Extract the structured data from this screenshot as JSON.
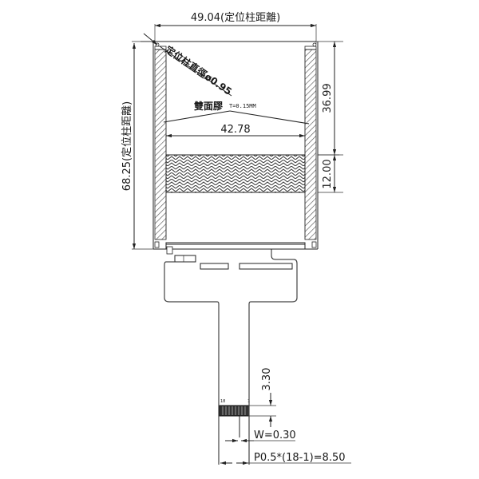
{
  "drawing": {
    "title": "LCD module mechanical outline",
    "colors": {
      "line": "#222222",
      "hatch": "#555555",
      "background": "#ffffff"
    }
  },
  "dimensions": {
    "post_spacing_width": "49.04(定位柱距離)",
    "post_spacing_height": "68.25(定位柱距離)",
    "post_diameter": "定位柱直徑ø0.95",
    "double_sided_tape": {
      "label": "雙面膠",
      "spec": "T=0.15MM"
    },
    "tape_width": "42.78",
    "top_to_tape": "36.99",
    "tape_height": "12.00",
    "fpc_contact_length": "3.30",
    "pin_width": "W=0.30",
    "pin_pitch": "P0.5*(18-1)=8.50"
  },
  "connector": {
    "pin_first": "18",
    "pin_last": "1",
    "pin_count": 18
  }
}
